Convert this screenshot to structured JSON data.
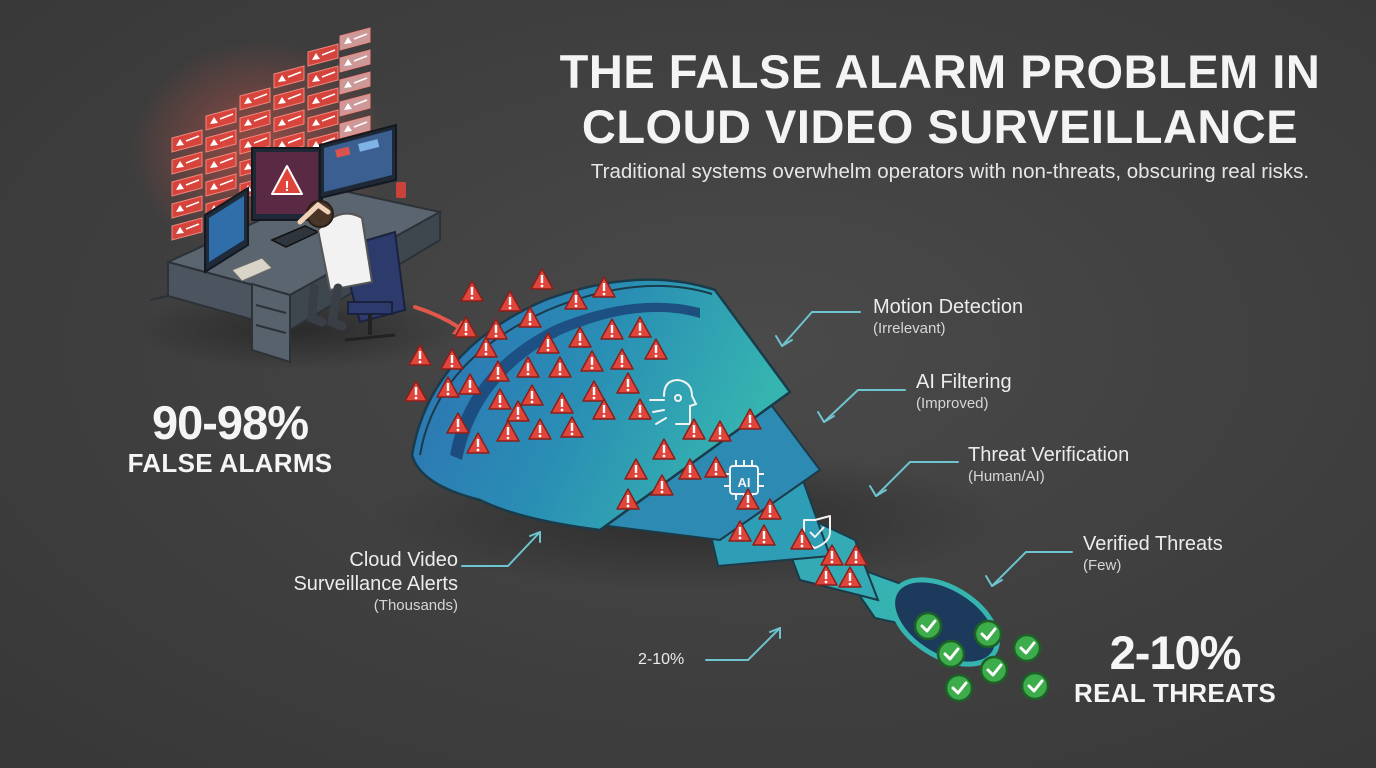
{
  "header": {
    "title_line1": "THE FALSE ALARM PROBLEM IN",
    "title_line2": "CLOUD VIDEO SURVEILLANCE",
    "subtitle": "Traditional systems overwhelm operators with non-threats, obscuring real risks."
  },
  "stats": {
    "false_value": "90-98%",
    "false_label": "FALSE ALARMS",
    "real_value": "2-10%",
    "real_label": "REAL THREATS"
  },
  "stages": {
    "motion": {
      "label": "Motion Detection",
      "note": "(Irrelevant)"
    },
    "ai": {
      "label": "AI Filtering",
      "note": "(Improved)"
    },
    "verification": {
      "label": "Threat Verification",
      "note": "(Human/AI)"
    },
    "verified": {
      "label": "Verified Threats",
      "note": "(Few)"
    },
    "input": {
      "label_line1": "Cloud Video",
      "label_line2": "Surveillance Alerts",
      "note": "(Thousands)"
    },
    "output": {
      "label": "2-10%"
    }
  },
  "icons": {
    "chip_text": "AI",
    "monitor_icon": "warning-icon",
    "stage1_icon": "ai-head-icon",
    "stage2_icon": "ai-chip-icon",
    "stage3_icon": "shield-check-icon",
    "output_icon": "check-badge-icon"
  },
  "colors": {
    "alert_red": "#e0453c",
    "funnel_teal": "#2fa7b8",
    "funnel_blue": "#2d6fb3",
    "check_green": "#3cad4a",
    "background": "#414141"
  }
}
